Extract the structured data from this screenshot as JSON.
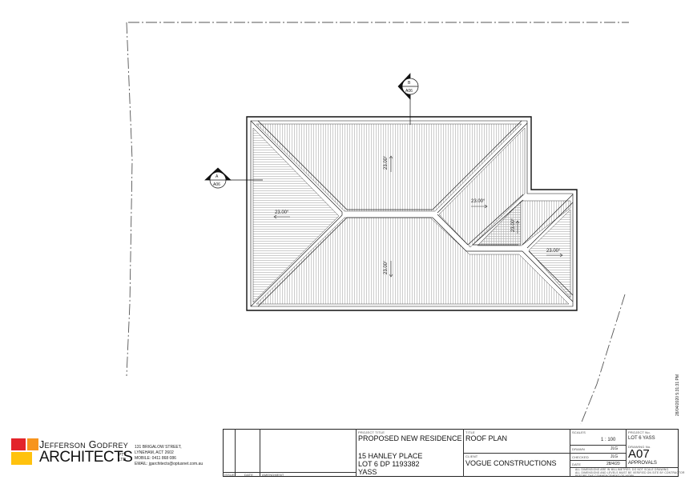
{
  "section_markers": {
    "b": {
      "letter": "B",
      "sheet": "A06"
    },
    "a": {
      "letter": "A",
      "sheet": "A06"
    }
  },
  "pitch_labels": {
    "top": "23.00°",
    "left": "23.00°",
    "bottom": "23.00°",
    "right_upper": "23.00°",
    "right_lower": "23.00°",
    "right_vertical": "23.00°"
  },
  "timestamp": "28/04/2020 5:31:31 PM",
  "colors": {
    "logo_red": "#e3242b",
    "logo_orange": "#f7941d",
    "logo_yellow": "#ffc20e",
    "line": "#222222"
  },
  "company": {
    "name_line1": "Jefferson Godfrey",
    "name_line2": "Architects",
    "pty_ltd": "PTY LTD",
    "address1": "131 BRIGALOW STREET,",
    "address2": "LYNEHAM, ACT 2602",
    "mobile": "MOBILE:  0411 868 086",
    "email": "EMAIL:   jgarchitects@optusnet.com.au"
  },
  "revision_table": {
    "issue": "ISSUE",
    "date": "DATE",
    "amendment": "AMENDMENT"
  },
  "project": {
    "title_label": "PROJECT TITLE",
    "title": "PROPOSED NEW RESIDENCE",
    "address1": "15 HANLEY PLACE",
    "address2": "LOT 6 DP 1193382",
    "address3": "YASS"
  },
  "sheet": {
    "title_label": "TITLE",
    "title": "ROOF PLAN",
    "client_label": "CLIENT",
    "client": "VOGUE CONSTRUCTIONS"
  },
  "details": {
    "scale_label": "SCALES",
    "scale": "1 : 100",
    "drawn_label": "DRAWN",
    "drawn": "JLG",
    "checked_label": "CHECKED",
    "checked": "JLG",
    "date_label": "DATE",
    "date": "28/4/20",
    "note1": "ALL DIMENSIONS ARE IN MILLIMETRES. DO NOT SCALE DRAWING.",
    "note2": "ALL DIMENSIONS AND LEVELS MUST BE VERIFIED ON SITE BY CONTRACTOR",
    "note3": "BEFORE THE COMMENCEMENT OF WORK."
  },
  "project_no": {
    "label": "PROJECT No.",
    "value": "LOT 6 YASS",
    "drawing_label": "DRAWING No.",
    "drawing": "A07",
    "status": "APPROVALS"
  }
}
